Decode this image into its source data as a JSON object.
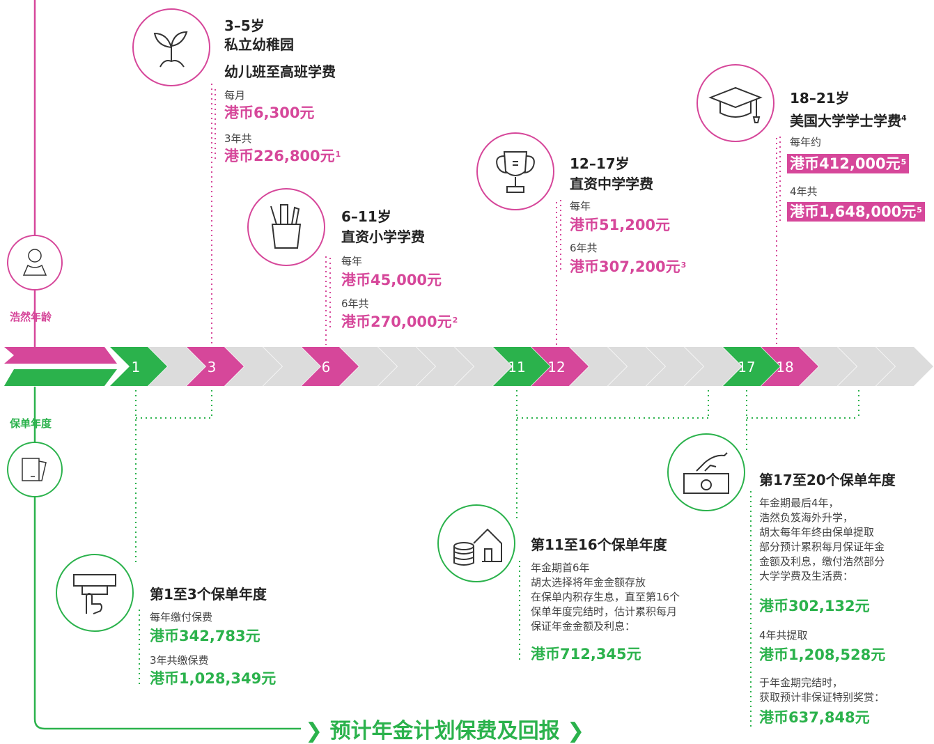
{
  "left": {
    "age_label": "浩然年龄",
    "policy_label": "保单年度"
  },
  "timeline": {
    "markers": [
      {
        "num": "1"
      },
      {
        "num": "3"
      },
      {
        "num": "6"
      },
      {
        "num": "11"
      },
      {
        "num": "12"
      },
      {
        "num": "17"
      },
      {
        "num": "18"
      }
    ]
  },
  "education": {
    "kindergarten": {
      "age": "3–5岁",
      "title1": "私立幼稚园",
      "title2": "幼儿班至高班学费",
      "label1": "每月",
      "amount1": "港币6,300元",
      "label2": "3年共",
      "amount2": "港币226,800元",
      "note2": "1"
    },
    "primary": {
      "age": "6–11岁",
      "title": "直资小学学费",
      "label1": "每年",
      "amount1": "港币45,000元",
      "label2": "6年共",
      "amount2": "港币270,000元",
      "note2": "2"
    },
    "secondary": {
      "age": "12–17岁",
      "title": "直资中学学费",
      "label1": "每年",
      "amount1": "港币51,200元",
      "label2": "6年共",
      "amount2": "港币307,200元",
      "note2": "3"
    },
    "university": {
      "age": "18–21岁",
      "title": "美国大学学士学费",
      "title_note": "4",
      "label1": "每年约",
      "amount1": "港币412,000元",
      "note1": "5",
      "label2": "4年共",
      "amount2": "港币1,648,000元",
      "note2": "5"
    }
  },
  "policy": {
    "y1_3": {
      "title": "第1至3个保单年度",
      "label1": "每年缴付保费",
      "amount1": "港币342,783元",
      "label2": "3年共缴保费",
      "amount2": "港币1,028,349元"
    },
    "y11_16": {
      "title": "第11至16个保单年度",
      "lines": [
        "年金期首6年",
        "胡太选择将年金金额存放",
        "在保单内积存生息，直至第16个",
        "保单年度完结时，估计累积每月",
        "保证年金金额及利息："
      ],
      "amount": "港币712,345元"
    },
    "y17_20": {
      "title": "第17至20个保单年度",
      "lines": [
        "年金期最后4年，",
        "浩然负笈海外升学，",
        "胡太每年年终由保单提取",
        "部分预计累积每月保证年金",
        "金额及利息，缴付浩然部分",
        "大学学费及生活费："
      ],
      "amount1": "港币302,132元",
      "label2": "4年共提取",
      "amount2": "港币1,208,528元",
      "lines3": [
        "于年金期完结时，",
        "获取预计非保证特别奖赏："
      ],
      "amount3": "港币637,848元"
    }
  },
  "footer": {
    "title": "预计年金计划保费及回报",
    "chevron": "❯"
  },
  "colors": {
    "pink": "#d6479a",
    "green": "#2bb24c",
    "grey": "#dcdcdc"
  },
  "icons": [
    "sprout-icon",
    "pencil-cup-icon",
    "trophy-icon",
    "graduation-cap-icon",
    "person-icon",
    "documents-icon",
    "card-payment-icon",
    "house-coins-icon",
    "hand-cash-icon"
  ]
}
